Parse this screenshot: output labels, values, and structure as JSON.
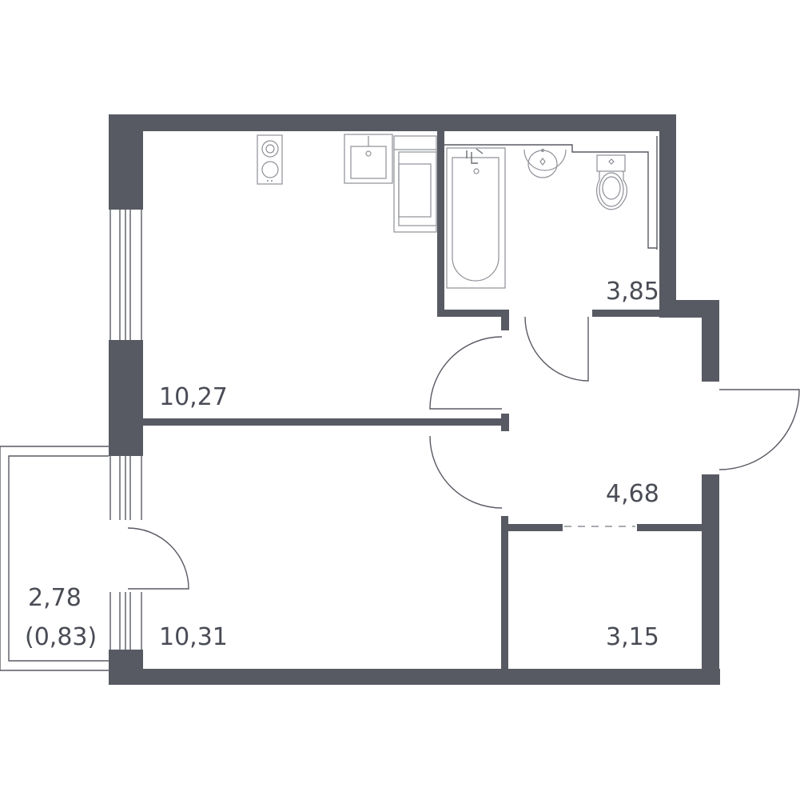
{
  "rooms": [
    {
      "id": "room-upper",
      "area": "10,27"
    },
    {
      "id": "bathroom",
      "area": "3,85"
    },
    {
      "id": "hallway",
      "area": "4,68"
    },
    {
      "id": "room-lower",
      "area": "10,31"
    },
    {
      "id": "storage",
      "area": "3,15"
    },
    {
      "id": "balcony",
      "area": "2,78",
      "reduced_area": "(0,83)"
    }
  ],
  "colors": {
    "wall": "#585a63",
    "fixture": "#8e9097",
    "label": "#4a4c55",
    "background": "#ffffff"
  },
  "fixtures": [
    "cooktop-icon",
    "kitchen-sink-icon",
    "fridge-icon",
    "bathtub-icon",
    "washbasin-icon",
    "toilet-icon"
  ]
}
